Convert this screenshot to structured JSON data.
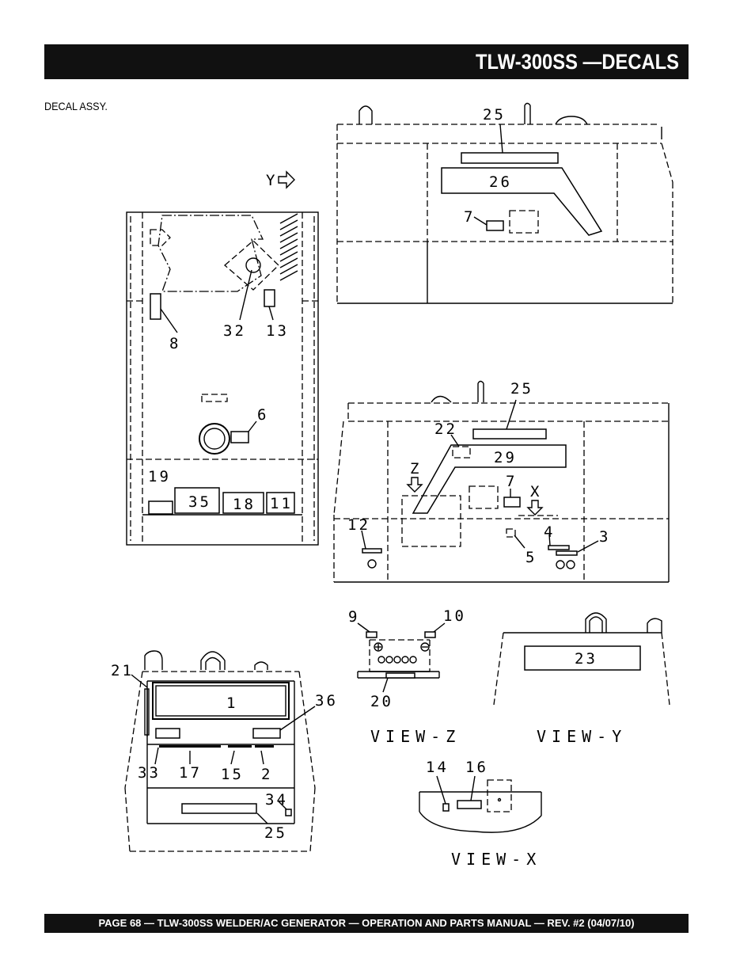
{
  "header": {
    "title": "TLW-300SS —DECALS"
  },
  "subtitle": "DECAL ASSY.",
  "footer": {
    "text": "PAGE 68 — TLW-300SS WELDER/AC GENERATOR — OPERATION AND PARTS  MANUAL — REV. #2  (04/07/10)"
  },
  "callouts": {
    "c1": "1",
    "c2": "2",
    "c3": "3",
    "c4": "4",
    "c5": "5",
    "c6": "6",
    "c7a": "7",
    "c7b": "7",
    "c8": "8",
    "c9": "9",
    "c10": "10",
    "c11": "11",
    "c12": "12",
    "c13": "13",
    "c14": "14",
    "c15": "15",
    "c16": "16",
    "c17": "17",
    "c18": "18",
    "c19": "19",
    "c20": "20",
    "c21": "21",
    "c22": "22",
    "c23": "23",
    "c25a": "25",
    "c25b": "25",
    "c25c": "25",
    "c26": "26",
    "c29": "29",
    "c32": "32",
    "c33": "33",
    "c34": "34",
    "c35": "35",
    "c36": "36"
  },
  "arrows": {
    "y": "Y",
    "z": "Z",
    "x": "X"
  },
  "views": {
    "z": "VIEW-Z",
    "y": "VIEW-Y",
    "x": "VIEW-X"
  }
}
